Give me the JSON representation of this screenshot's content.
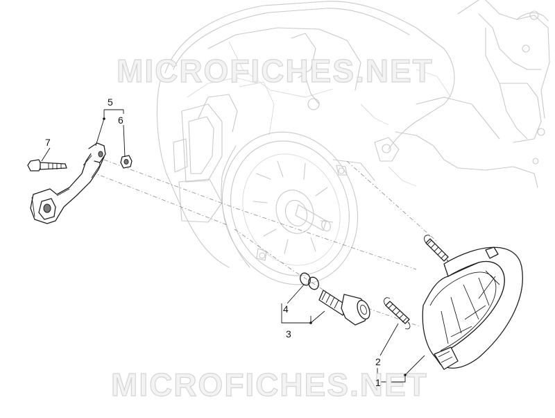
{
  "watermark": {
    "text": "MICROFICHES.NET"
  },
  "callouts": [
    {
      "id": "1",
      "label": "1"
    },
    {
      "id": "2",
      "label": "2"
    },
    {
      "id": "3",
      "label": "3"
    },
    {
      "id": "4",
      "label": "4"
    },
    {
      "id": "5",
      "label": "5"
    },
    {
      "id": "6",
      "label": "6"
    },
    {
      "id": "7",
      "label": "7"
    }
  ],
  "colors": {
    "line": "#1e1e1e",
    "ghost": "#c9c9c9",
    "watermark_fill": "#f3f3f3",
    "watermark_stroke": "#d4d4d4"
  }
}
